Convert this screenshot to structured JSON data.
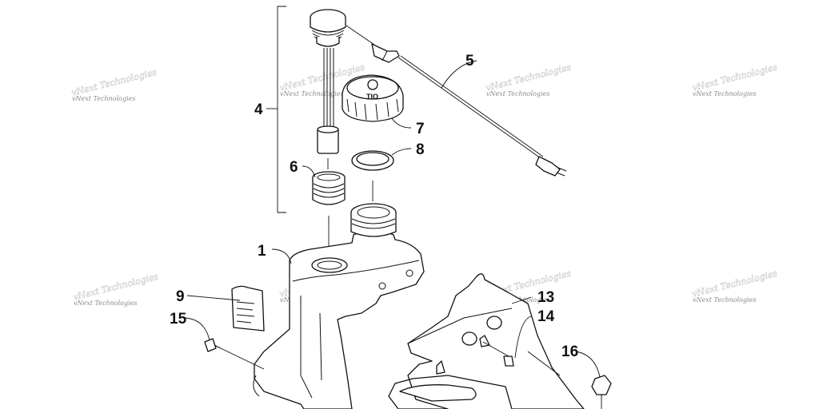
{
  "callouts": {
    "c1": "1",
    "c4": "4",
    "c5": "5",
    "c6": "6",
    "c7": "7",
    "c8": "8",
    "c9": "9",
    "c13": "13",
    "c14": "14",
    "c15": "15",
    "c16": "16"
  },
  "cap_text": "TIO",
  "watermark": "vNext Technologies"
}
